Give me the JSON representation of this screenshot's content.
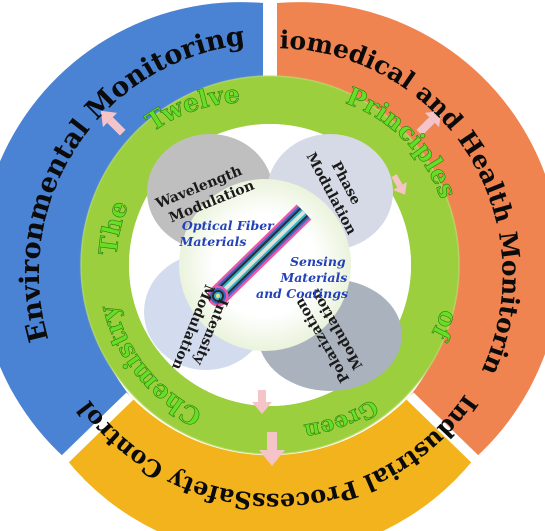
{
  "outer_ring": {
    "environmental": "Environmental Monitoring",
    "biomedical": "Biomedical and Health Monitoring",
    "industrial": "Industrial ProcessSafety Control",
    "colors": {
      "environmental": "#4a82d4",
      "biomedical": "#ef8450",
      "industrial": "#f2b31c"
    }
  },
  "green_ring": {
    "words": {
      "the": "The",
      "twelve": "Twelve",
      "principles": "Principles",
      "of": "of",
      "green": "Green",
      "chemistry": "Chemistry"
    },
    "color": "#9ccf3d"
  },
  "petals": {
    "wavelength": [
      "Wavelength",
      "Modulation"
    ],
    "phase": [
      "Phase",
      "Modulation"
    ],
    "intensity": [
      "Intensity",
      "Modulation"
    ],
    "polarization": [
      "Polarization",
      "Modulation"
    ]
  },
  "center": {
    "optical_fiber": [
      "Optical Fiber",
      "Materials"
    ],
    "sensing": [
      "Sensing",
      "Materials",
      "and Coatings"
    ]
  }
}
